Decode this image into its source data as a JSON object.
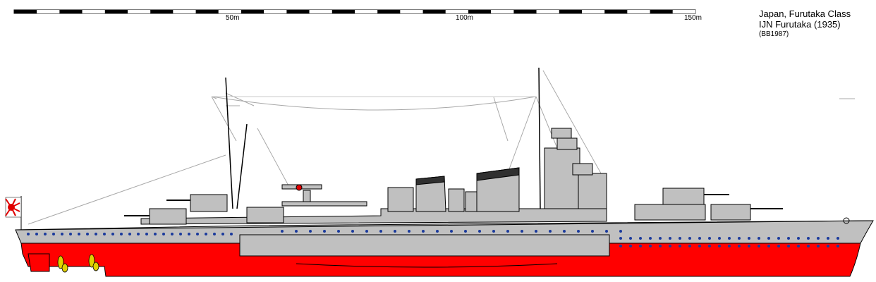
{
  "scale": {
    "labels": [
      "50m",
      "100m",
      "150m"
    ]
  },
  "caption": {
    "line1": "Japan, Furutaka Class",
    "line2": "IJN Furutaka (1935)",
    "line3": "(BB1987)"
  },
  "colors": {
    "hull_upper": "#c0c0c0",
    "hull_lower": "#ff0000",
    "outline": "#000000",
    "porthole": "#1a3a9c",
    "propeller": "#e0d000",
    "rigging": "#a0a0a0",
    "ensign": "#e00000"
  }
}
